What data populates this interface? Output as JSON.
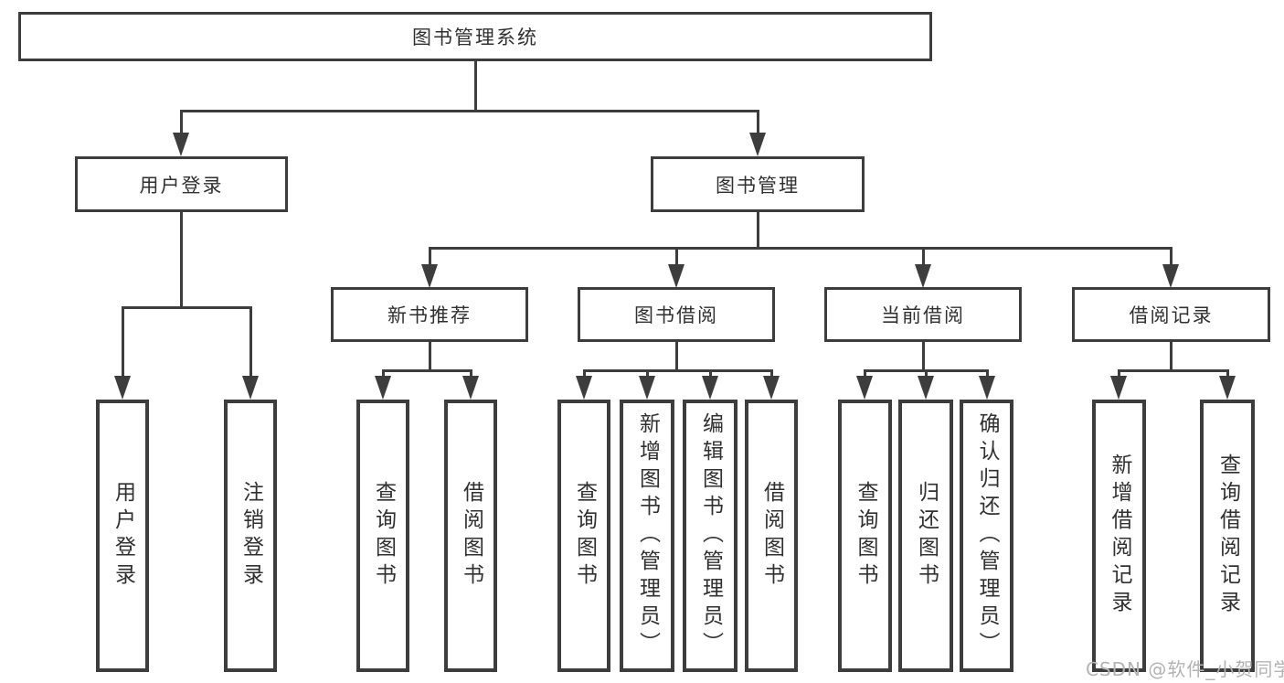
{
  "tree": {
    "root_label": "图书管理系统",
    "branches": [
      {
        "label": "用户登录",
        "leaves": [
          "用户登录",
          "注销登录"
        ]
      },
      {
        "label": "图书管理",
        "sections": [
          {
            "label": "新书推荐",
            "leaves": [
              "查询图书",
              "借阅图书"
            ]
          },
          {
            "label": "图书借阅",
            "leaves": [
              "查询图书",
              "新增图书（管理员）",
              "编辑图书（管理员）",
              "借阅图书"
            ]
          },
          {
            "label": "当前借阅",
            "leaves": [
              "查询图书",
              "归还图书",
              "确认归还（管理员）"
            ]
          },
          {
            "label": "借阅记录",
            "leaves": [
              "新增借阅记录",
              "查询借阅记录"
            ]
          }
        ]
      }
    ]
  },
  "watermark": "CSDN @软件_小贺同学",
  "colors": {
    "line": "#3d3d3d",
    "text": "#303030",
    "watermark": "#b3b3b3"
  }
}
